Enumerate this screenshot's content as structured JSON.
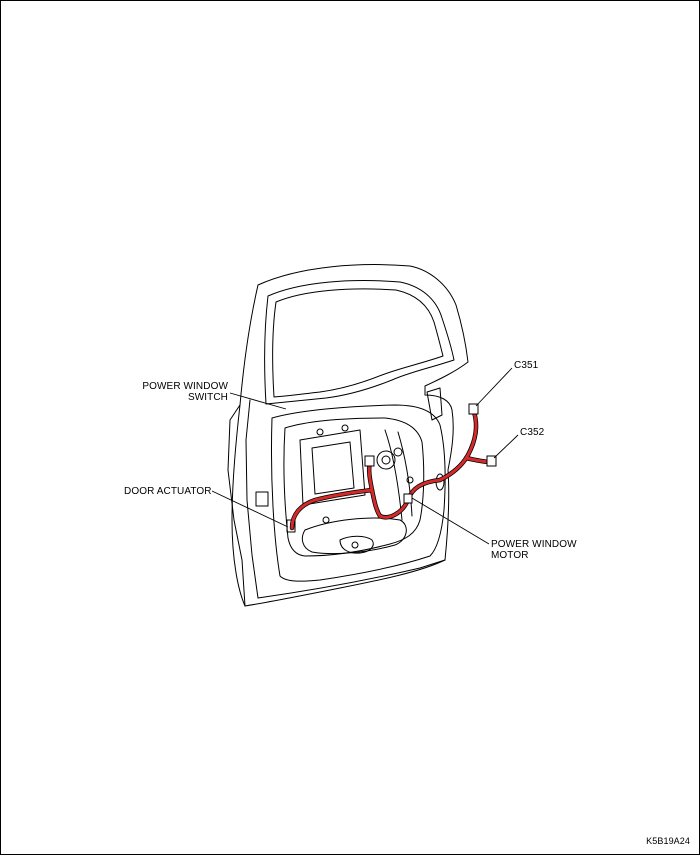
{
  "labels": {
    "power_window_switch": [
      "POWER WINDOW",
      "SWITCH"
    ],
    "door_actuator": "DOOR ACTUATOR",
    "power_window_motor": [
      "POWER WINDOW",
      "MOTOR"
    ],
    "c351": "C351",
    "c352": "C352"
  },
  "figure_code": "K5B19A24",
  "colors": {
    "line": "#000000",
    "harness": "#d42a2a",
    "background": "#ffffff"
  }
}
